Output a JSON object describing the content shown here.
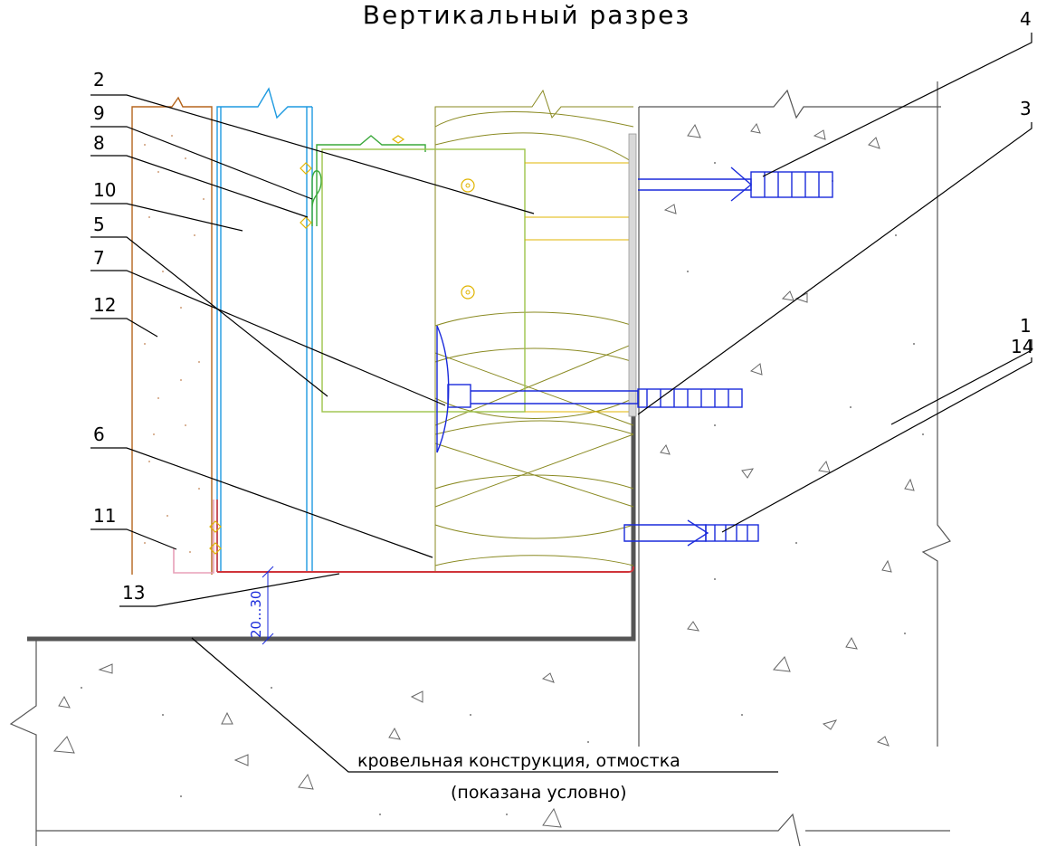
{
  "title": "Вертикальный разрез",
  "labels": {
    "l1": "1",
    "l2": "2",
    "l3": "3",
    "l4": "4",
    "l5": "5",
    "l6": "6",
    "l7": "7",
    "l8": "8",
    "l9": "9",
    "l10": "10",
    "l11": "11",
    "l12": "12",
    "l13": "13",
    "l14": "14"
  },
  "dimension": "20...30",
  "note": {
    "line1": "кровельная конструкция, отмостка",
    "line2": "(показана условно)"
  },
  "colors": {
    "concrete": "#555555",
    "insulation": "#8a8a22",
    "bracket": "#9cc34a",
    "profile": "#1e9ae0",
    "cladding": "#b5651d",
    "dowel": "#1a2adb",
    "flashing": "#d0343a",
    "clip": "#e8a0b8",
    "guide": "#3aa83a",
    "rivet": "#e0b400"
  }
}
